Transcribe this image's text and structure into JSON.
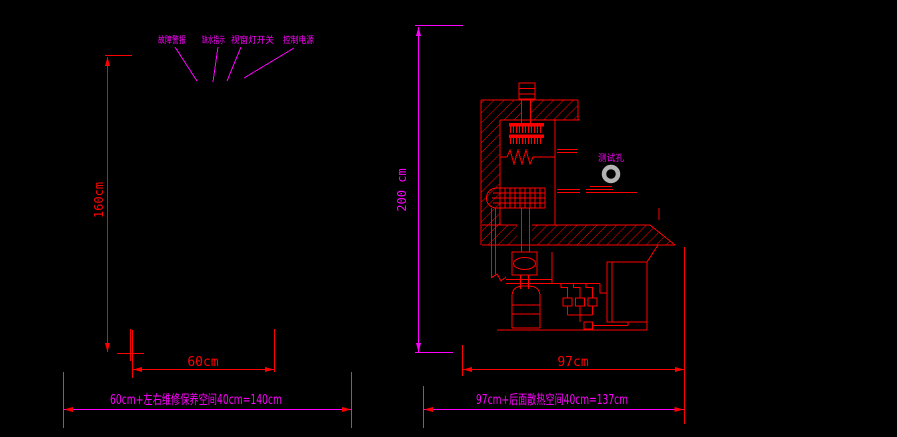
{
  "drawing": {
    "type": "cad-two-view-dimension-drawing",
    "background": "#000000"
  },
  "colors": {
    "dimension_red": "#ff0000",
    "annotation_magenta": "#ff00ff",
    "test_hole_gray": "#b3b3b3"
  },
  "left_view": {
    "callouts": [
      {
        "label": "故障警报"
      },
      {
        "label": "缺水指示"
      },
      {
        "label": "视窗灯开关"
      },
      {
        "label": "控制电源"
      }
    ],
    "height_dim": "160cm",
    "width_dim": "60cm",
    "total_dim": "60cm+左右维修保养空间40cm=140cm"
  },
  "right_view": {
    "height_dim": "200 cm",
    "width_dim": "97cm",
    "total_dim": "97cm+后面散热空间40cm=137cm",
    "test_hole_label": "测试孔"
  }
}
